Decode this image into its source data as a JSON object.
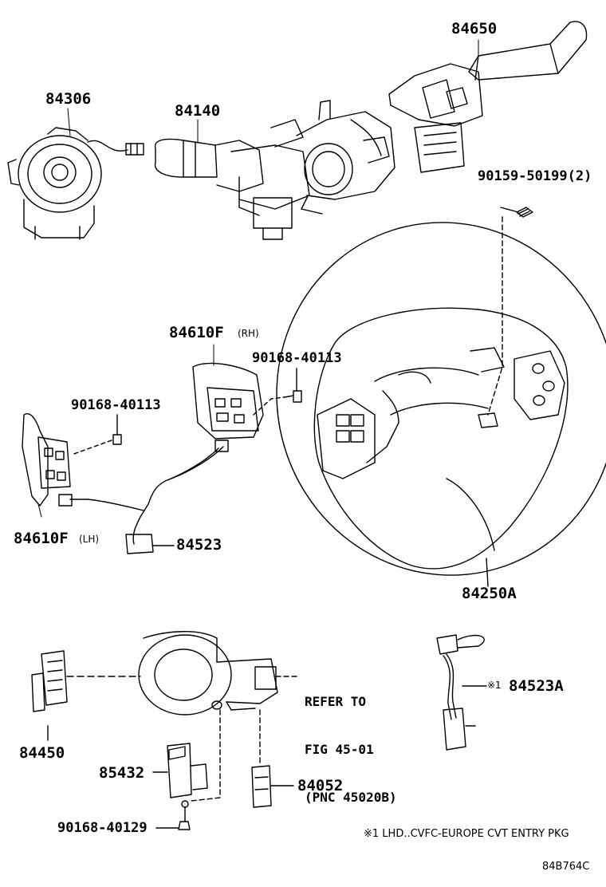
{
  "parts": {
    "p84306": "84306",
    "p84140": "84140",
    "p84650": "84650",
    "p90159": "90159-50199",
    "p90159_qty": "(2)",
    "p84610f_rh": "84610F",
    "rh": "(RH)",
    "p90168_40113_a": "90168-40113",
    "p90168_40113_b": "90168-40113",
    "p84610f_lh": "84610F",
    "lh": "(LH)",
    "p84523": "84523",
    "p84250a": "84250A",
    "p84450": "84450",
    "p85432": "85432",
    "p84052": "84052",
    "p90168_40129": "90168-40129",
    "p84523a": "84523A",
    "p84523a_mark": "※1"
  },
  "refer": {
    "line1": "REFER TO",
    "line2": "FIG 45-01",
    "line3": "(PNC 45020B)"
  },
  "footnote": "※1 LHD..CVFC-EUROPE CVT ENTRY PKG",
  "figure_code": "84B764C"
}
